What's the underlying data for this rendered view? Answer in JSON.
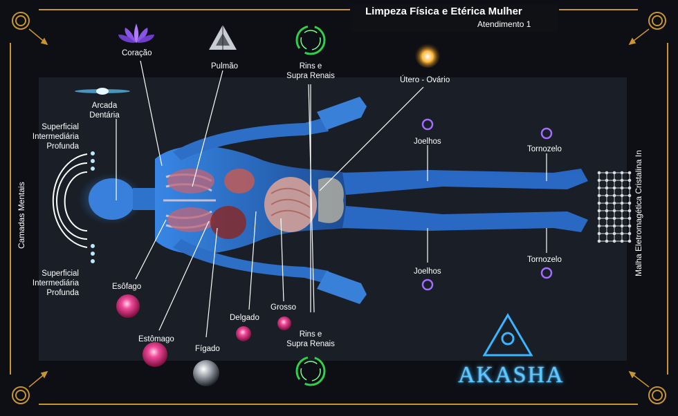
{
  "header": {
    "title": "Limpeza Física e Etérica Mulher",
    "subtitle": "Atendimento 1"
  },
  "labels": {
    "coracao": "Coração",
    "pulmao": "Pulmão",
    "rins_top_1": "Rins e",
    "rins_top_2": "Supra Renais",
    "utero": "Útero - Ovário",
    "arcada_1": "Arcada",
    "arcada_2": "Dentária",
    "top_layers": [
      "Superficial",
      "Intermediária",
      "Profunda"
    ],
    "bottom_layers": [
      "Superficial",
      "Intermediária",
      "Profunda"
    ],
    "camadas": "Camadas Mentais",
    "joelhos_top": "Joelhos",
    "joelhos_bottom": "Joelhos",
    "tornozelo_top": "Tornozelo",
    "tornozelo_bottom": "Tornozelo",
    "malha": "Malha Eletromagética Cristalina In",
    "esofago": "Esôfago",
    "estomago": "Estômago",
    "figado": "Fígado",
    "delgado": "Delgado",
    "grosso": "Grosso",
    "rins_bottom_1": "Rins e",
    "rins_bottom_2": "Supra Renais"
  },
  "brand": "Akasha",
  "colors": {
    "gold": "#c9962e",
    "body_blue": "#2f79d6",
    "organ_pink": "#e83a8e",
    "green_ring": "#2fd14a",
    "violet": "#a46cff",
    "cyan_logo": "#39b6ff"
  }
}
